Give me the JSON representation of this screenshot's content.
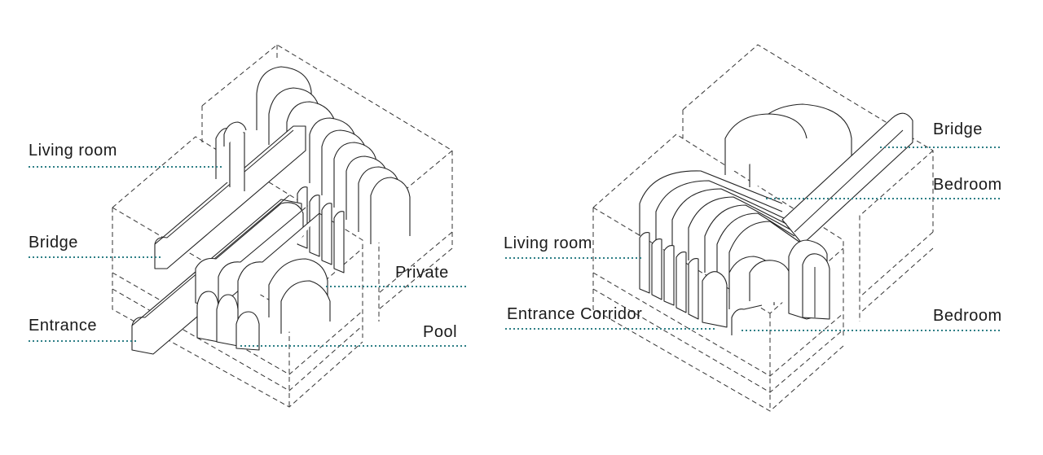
{
  "diagrams": [
    {
      "labels": {
        "living_room": "Living room",
        "bridge": "Bridge",
        "entrance": "Entrance",
        "private": "Private",
        "pool": "Pool"
      }
    },
    {
      "labels": {
        "bridge": "Bridge",
        "bedroom_upper": "Bedroom",
        "living_room": "Living room",
        "entrance_corridor": "Entrance Corridor",
        "bedroom_lower": "Bedroom"
      }
    }
  ],
  "colors": {
    "leader_line": "#2e7f86",
    "line_work": "#222222",
    "text": "#1a1a1a"
  }
}
